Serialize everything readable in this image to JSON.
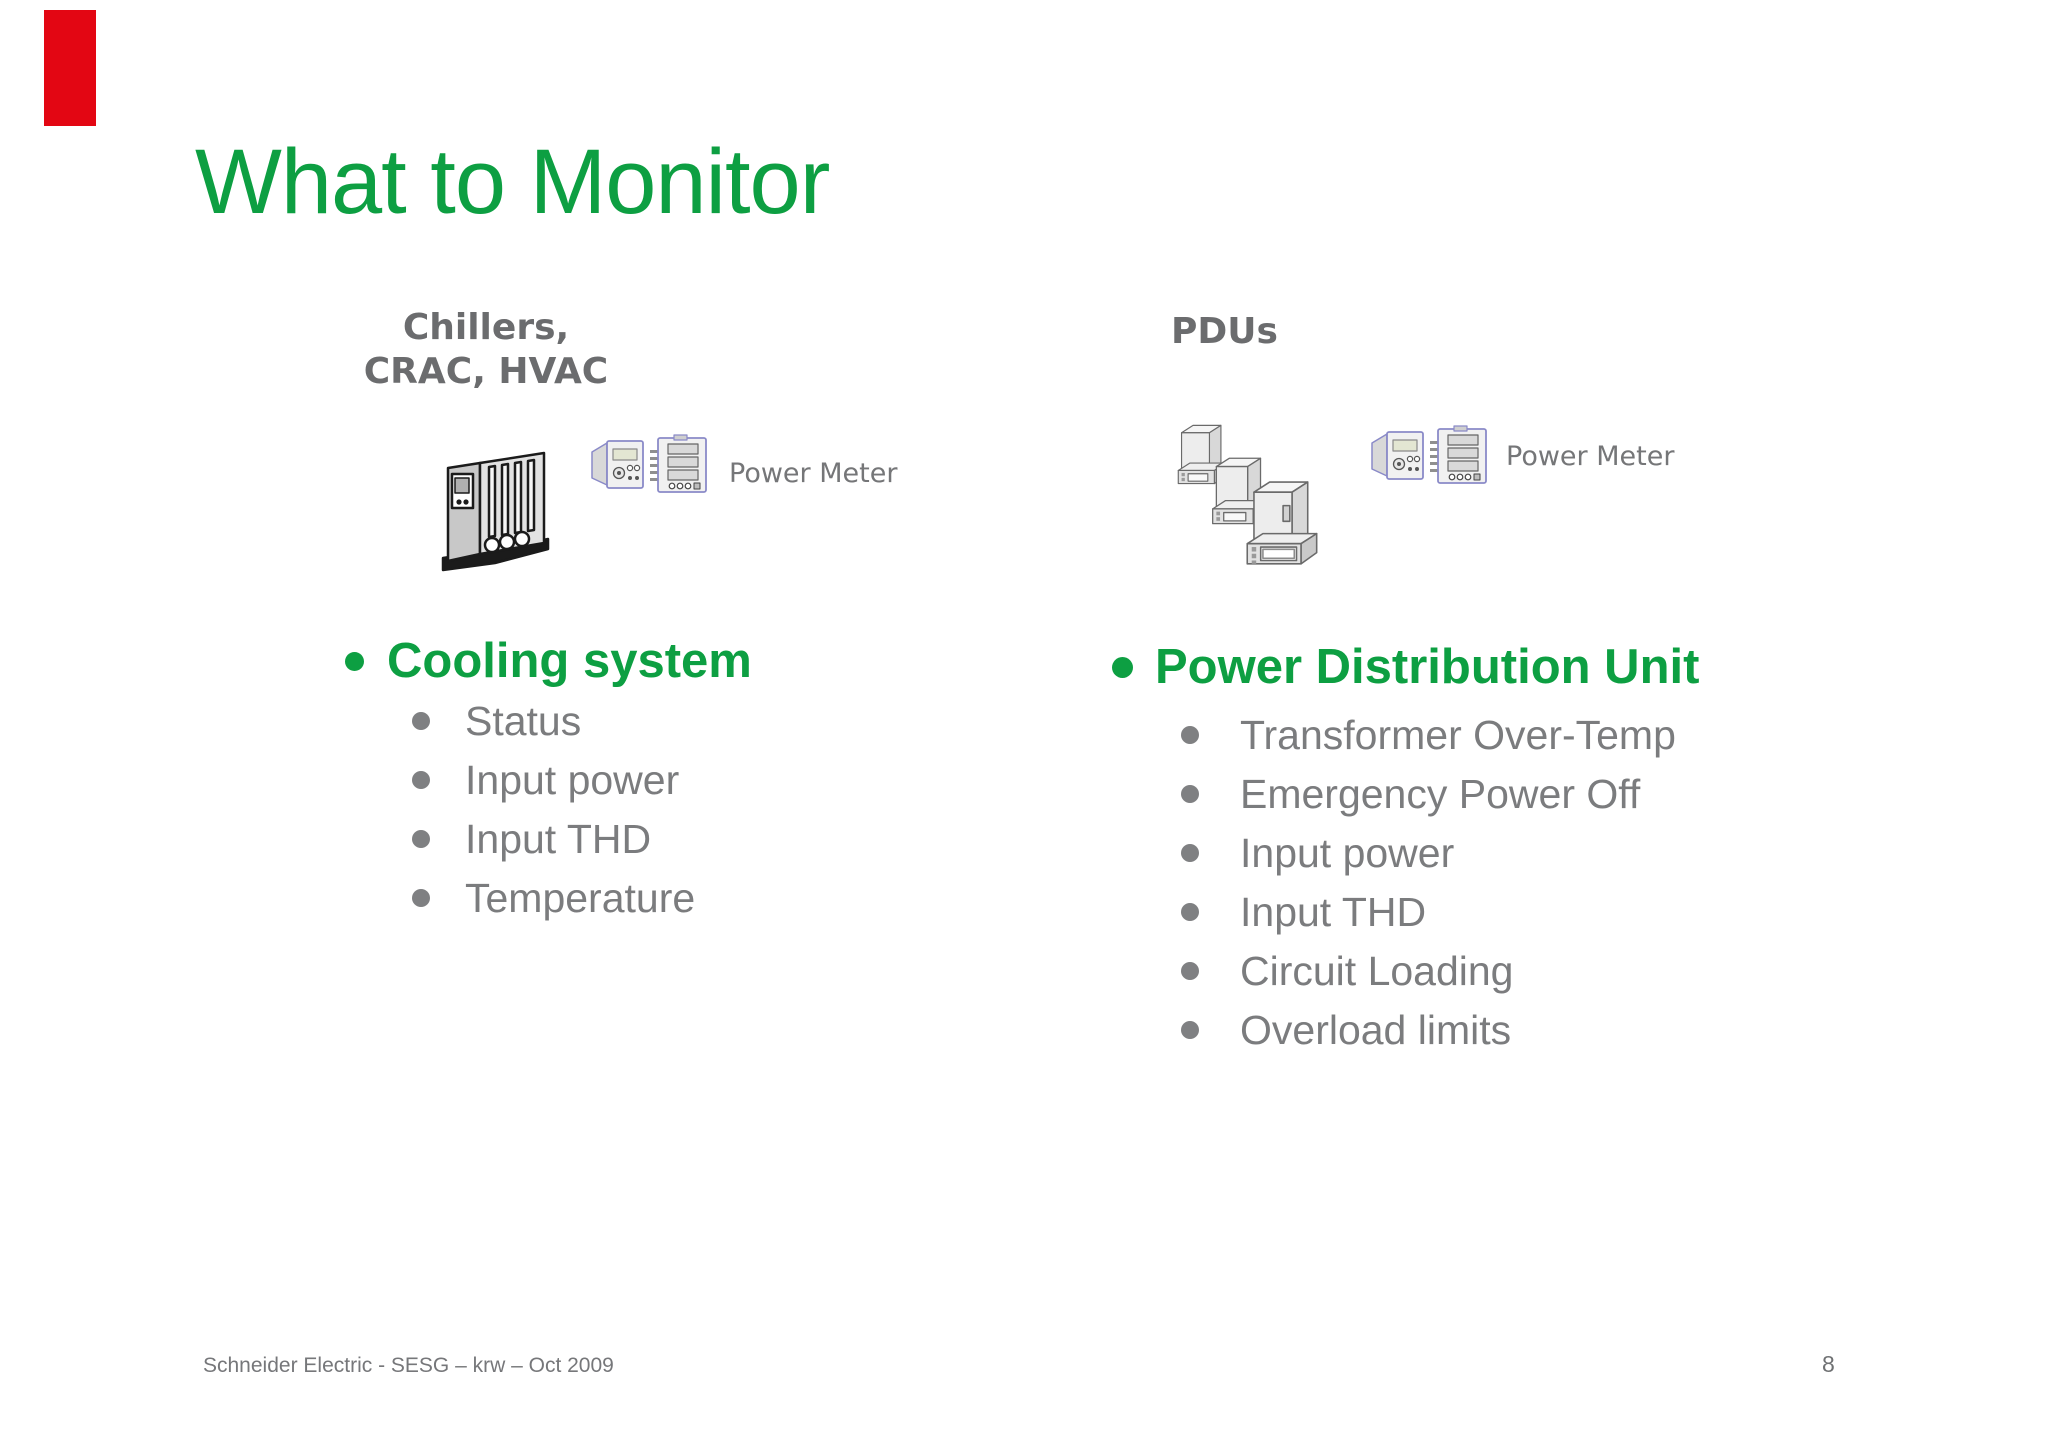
{
  "slide": {
    "title": "What to Monitor"
  },
  "left_column": {
    "heading_line1": "Chillers,",
    "heading_line2": "CRAC, HVAC",
    "power_meter_label": "Power Meter",
    "list": {
      "heading": "Cooling system",
      "items": [
        "Status",
        "Input power",
        "Input THD",
        "Temperature"
      ]
    }
  },
  "right_column": {
    "heading": "PDUs",
    "power_meter_label": "Power Meter",
    "list": {
      "heading": "Power Distribution Unit",
      "items": [
        "Transformer Over-Temp",
        "Emergency Power Off",
        "Input power",
        "Input THD",
        "Circuit Loading",
        "Overload limits"
      ]
    }
  },
  "footer": {
    "credit": "Schneider Electric - SESG – krw – Oct 2009",
    "page_number": "8"
  },
  "icons": {
    "chiller": "chiller-unit-icon",
    "pdu": "pdu-units-icon",
    "power_meter": "power-meter-icons"
  },
  "colors": {
    "accent_green": "#0d9f42",
    "accent_red": "#e30613",
    "heading_gray": "#6b6c6e",
    "text_gray": "#7b7c7e",
    "footer_gray": "#76777a"
  }
}
